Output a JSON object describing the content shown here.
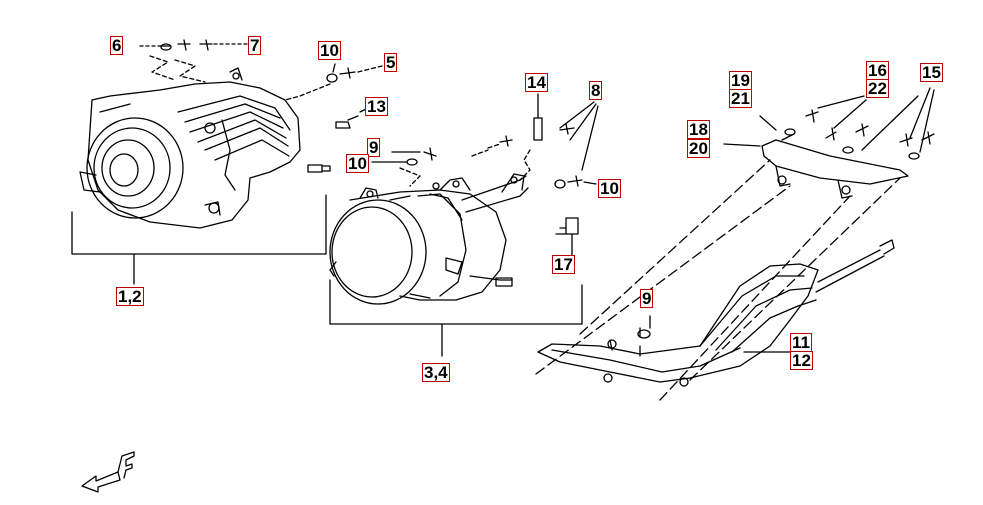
{
  "diagram": {
    "callouts": [
      {
        "id": "c6",
        "text": "6"
      },
      {
        "id": "c7",
        "text": "7"
      },
      {
        "id": "c10a",
        "text": "10"
      },
      {
        "id": "c5",
        "text": "5"
      },
      {
        "id": "c13",
        "text": "13"
      },
      {
        "id": "c14",
        "text": "14"
      },
      {
        "id": "c8",
        "text": "8"
      },
      {
        "id": "c9a",
        "text": "9"
      },
      {
        "id": "c10b",
        "text": "10"
      },
      {
        "id": "c10c",
        "text": "10"
      },
      {
        "id": "c17",
        "text": "17"
      },
      {
        "id": "c12a",
        "text": "1,2"
      },
      {
        "id": "c34",
        "text": "3,4"
      },
      {
        "id": "c1921",
        "text": "19\n21"
      },
      {
        "id": "c1820",
        "text": "18\n20"
      },
      {
        "id": "c1622",
        "text": "16\n22"
      },
      {
        "id": "c15",
        "text": "15"
      },
      {
        "id": "c9b",
        "text": "9"
      },
      {
        "id": "c1112",
        "text": "11\n12"
      }
    ]
  }
}
